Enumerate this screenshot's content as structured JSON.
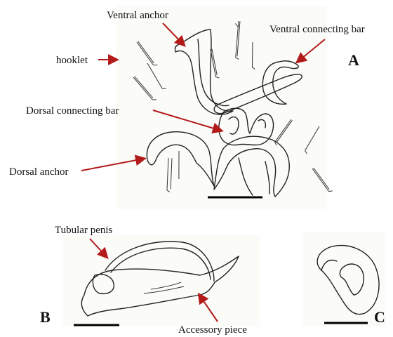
{
  "labels": {
    "ventral_anchor": "Ventral anchor",
    "ventral_connecting_bar": "Ventral connecting bar",
    "hooklet": "hooklet",
    "dorsal_connecting_bar": "Dorsal connecting bar",
    "dorsal_anchor": "Dorsal anchor",
    "tubular_penis": "Tubular penis",
    "accessory_piece": "Accessory piece"
  },
  "panels": {
    "a": "A",
    "b": "B",
    "c": "C"
  },
  "colors": {
    "arrow": "#b31b1b",
    "ink": "#222222"
  }
}
